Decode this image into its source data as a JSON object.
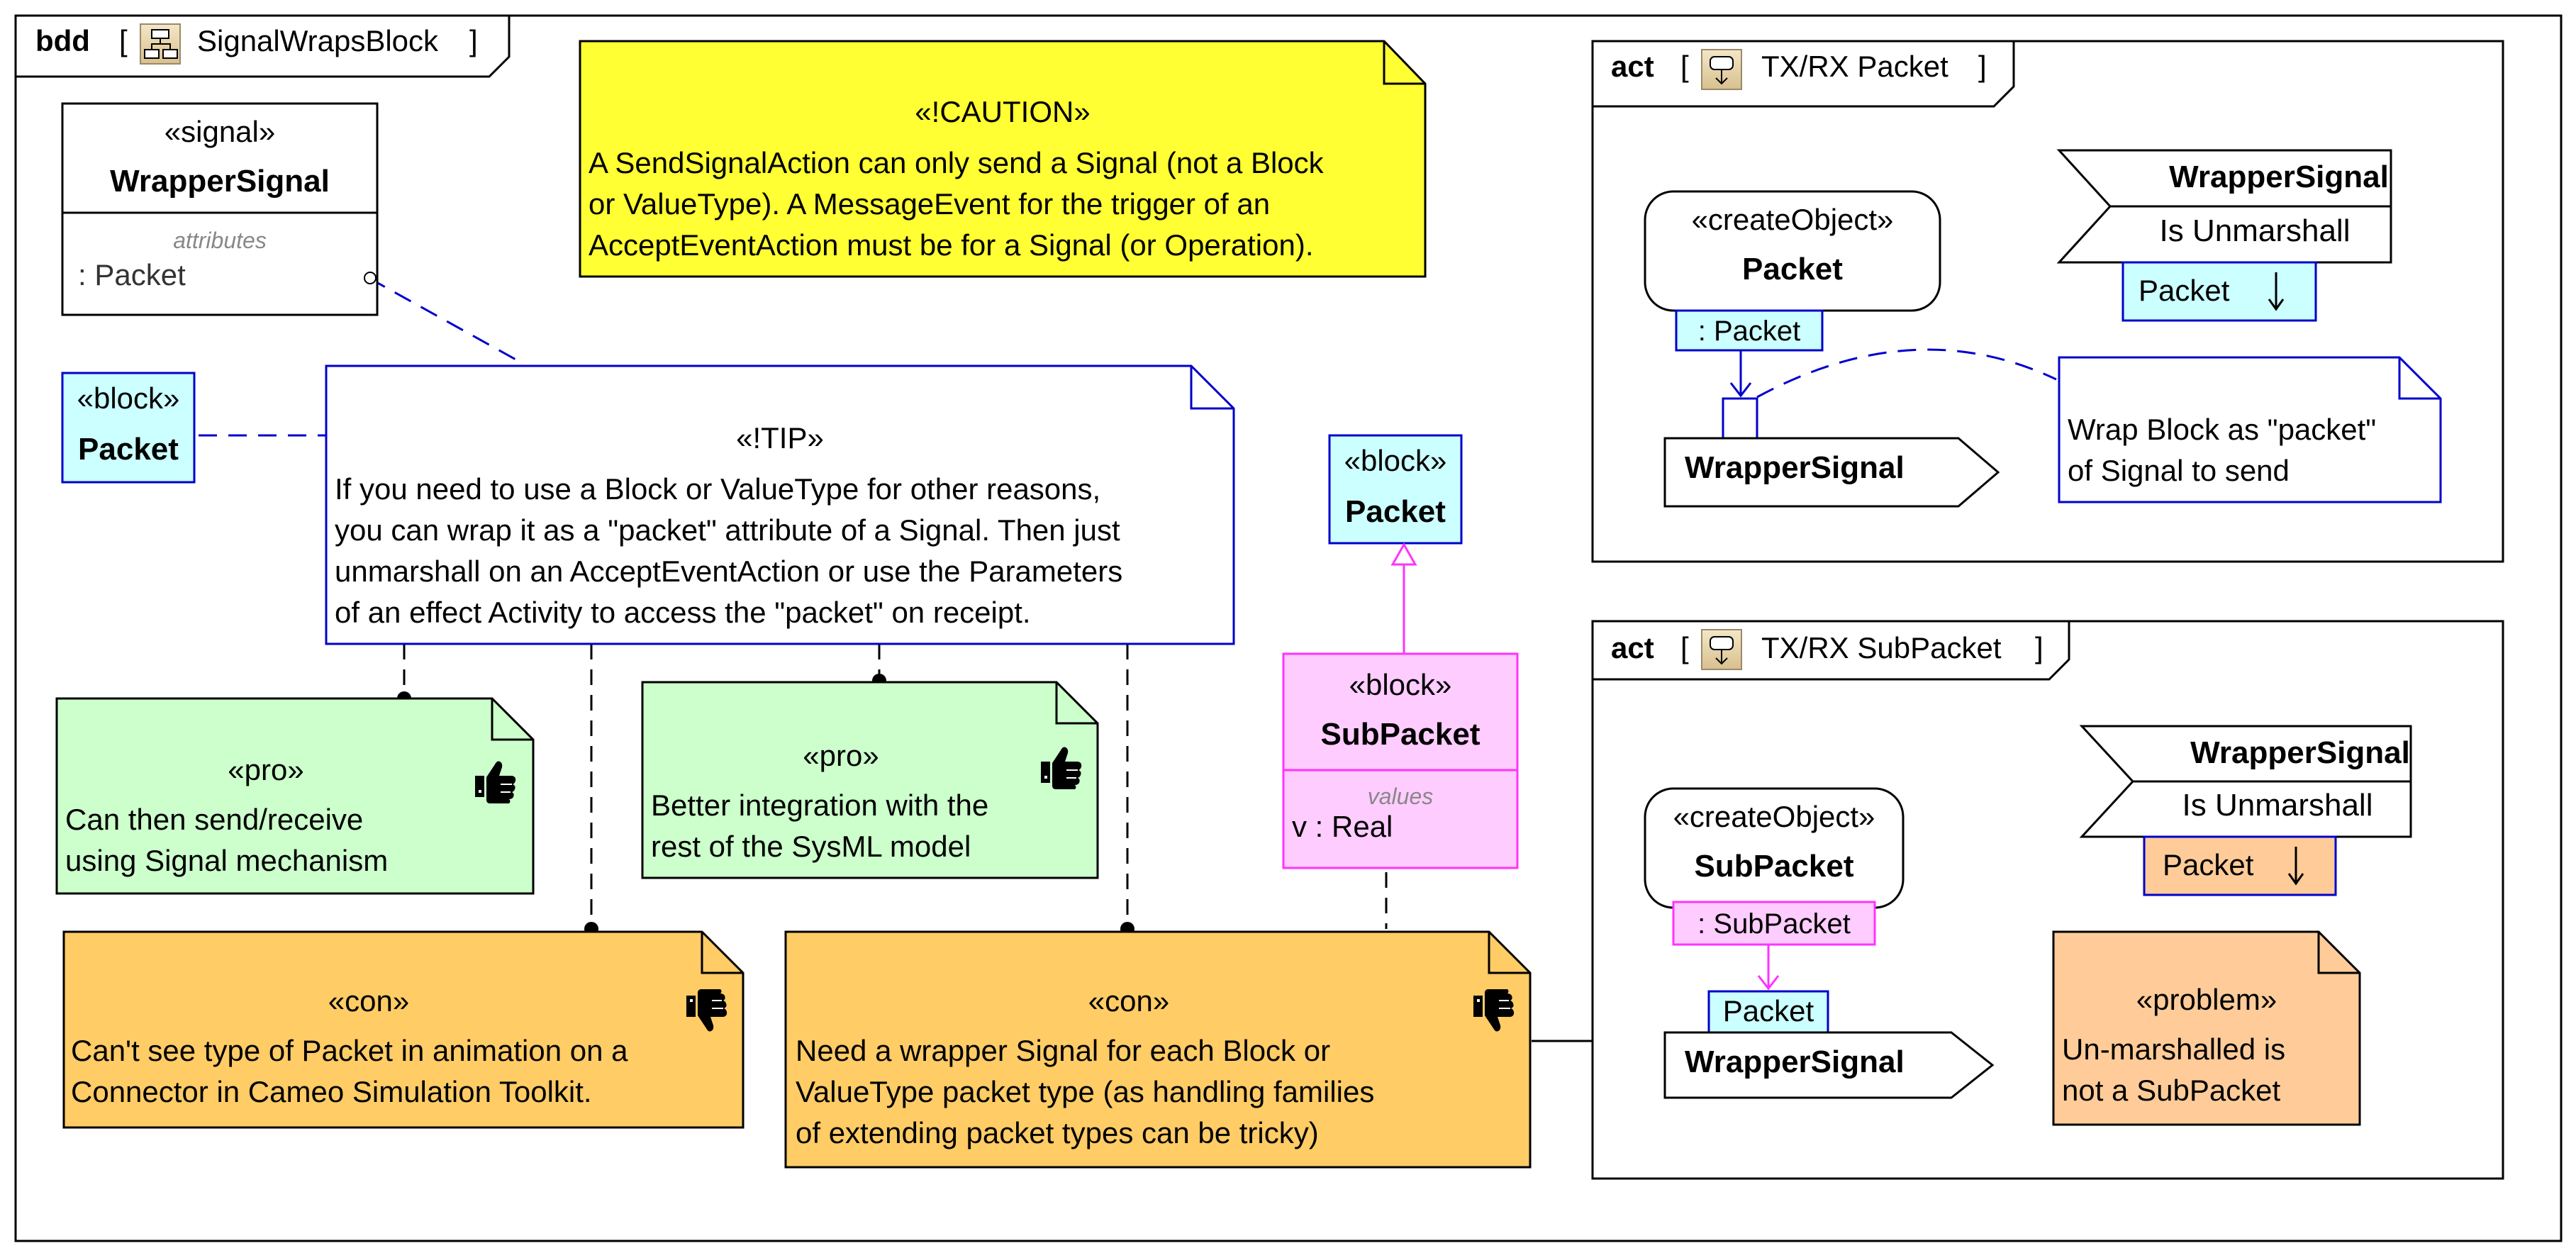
{
  "frame": {
    "kind": "bdd",
    "name": "SignalWrapsBlock"
  },
  "signal_block": {
    "stereotype": "«signal»",
    "name": "WrapperSignal",
    "compartment_label": "attributes",
    "attribute": ": Packet"
  },
  "packet_block_left": {
    "stereotype": "«block»",
    "name": "Packet"
  },
  "packet_block_right": {
    "stereotype": "«block»",
    "name": "Packet"
  },
  "subpacket_block": {
    "stereotype": "«block»",
    "name": "SubPacket",
    "compartment_label": "values",
    "attribute": "v : Real"
  },
  "caution_note": {
    "stereotype": "«!CAUTION»",
    "lines": [
      "A SendSignalAction can only send a Signal (not a Block",
      "or ValueType). A MessageEvent for the trigger of an",
      "AcceptEventAction must be for a Signal (or Operation)."
    ]
  },
  "tip_note": {
    "stereotype": "«!TIP»",
    "lines": [
      "If you need to use a Block or ValueType for other reasons,",
      "you can wrap it as a \"packet\" attribute of a Signal. Then just",
      "unmarshall on an AcceptEventAction or use the Parameters",
      "of an effect Activity to access the \"packet\" on receipt."
    ]
  },
  "pro_note_1": {
    "stereotype": "«pro»",
    "lines": [
      "Can then send/receive",
      "using Signal mechanism"
    ],
    "icon": "thumbs-up-icon"
  },
  "pro_note_2": {
    "stereotype": "«pro»",
    "lines": [
      "Better integration with the",
      "rest of the SysML model"
    ],
    "icon": "thumbs-up-icon"
  },
  "con_note_1": {
    "stereotype": "«con»",
    "lines": [
      "Can't see type of Packet in animation on a",
      "Connector in Cameo Simulation Toolkit."
    ],
    "icon": "thumbs-down-icon"
  },
  "con_note_2": {
    "stereotype": "«con»",
    "lines": [
      "Need a wrapper Signal for each Block or",
      "ValueType packet type (as handling families",
      "of extending packet types can be tricky)"
    ],
    "icon": "thumbs-down-icon"
  },
  "act_packet": {
    "kind": "act",
    "name": "TX/RX Packet",
    "create_stereotype": "«createObject»",
    "create_name": "Packet",
    "create_pin": ": Packet",
    "send_action": "WrapperSignal",
    "accept_signal": "WrapperSignal",
    "accept_mode": "Is Unmarshall",
    "accept_pin": "Packet",
    "note_lines": [
      "Wrap Block as \"packet\"",
      "of Signal to send"
    ]
  },
  "act_subpacket": {
    "kind": "act",
    "name": "TX/RX SubPacket",
    "create_stereotype": "«createObject»",
    "create_name": "SubPacket",
    "create_pin": ": SubPacket",
    "send_action": "WrapperSignal",
    "send_pin": "Packet",
    "accept_signal": "WrapperSignal",
    "accept_mode": "Is Unmarshall",
    "accept_pin": "Packet",
    "problem_stereotype": "«problem»",
    "problem_lines": [
      "Un-marshalled is",
      "not a SubPacket"
    ]
  },
  "colors": {
    "caution_fill": "#ffff33",
    "pro_fill": "#ccffcc",
    "con_fill": "#ffcc66",
    "block_fill": "#ccffff",
    "sub_fill": "#ffccff",
    "problem_fill": "#ffcc99",
    "note_border": "#0000cc",
    "magenta": "#ff33ff"
  }
}
